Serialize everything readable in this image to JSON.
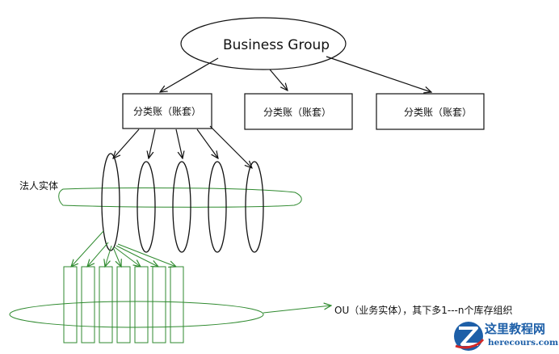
{
  "diagram": {
    "root": {
      "label": "Business Group"
    },
    "ledgers": [
      {
        "label": "分类账（账套）"
      },
      {
        "label": "分类账（账套）"
      },
      {
        "label": "分类账（账套）"
      }
    ],
    "legal_entity": {
      "label": "法人实体",
      "count": 5
    },
    "operating_unit": {
      "label": "OU（业务实体），其下多1---n个库存组织",
      "count": 7
    }
  },
  "watermark": {
    "title": "这里教程网",
    "url": "herecours.com",
    "colors": {
      "blue": "#1d5fa8",
      "red": "#d02828"
    }
  },
  "colors": {
    "line": "#111111",
    "green": "#2f8a2f"
  }
}
